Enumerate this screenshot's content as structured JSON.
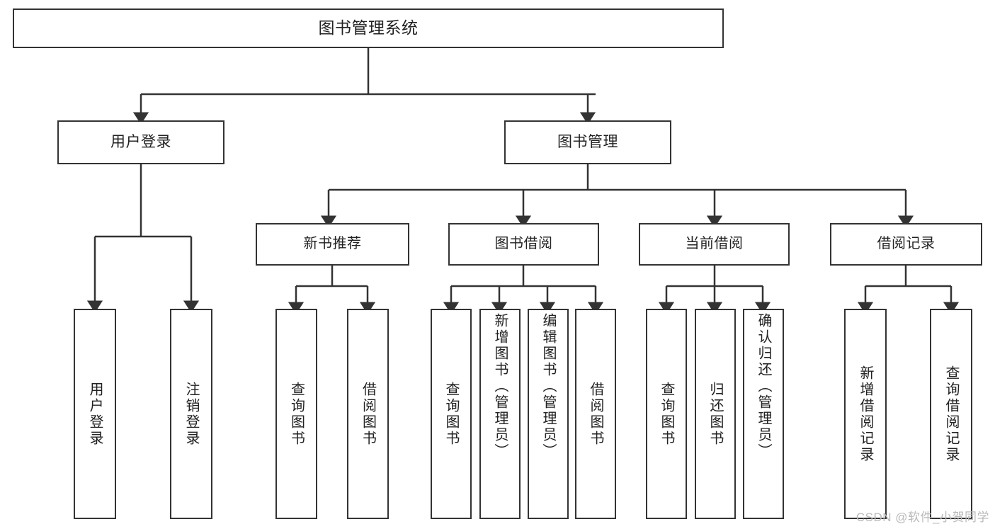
{
  "diagram": {
    "title": "图书管理系统",
    "type": "tree",
    "stroke_color": "#333333",
    "background_color": "#ffffff",
    "root": {
      "label": "图书管理系统",
      "children": [
        {
          "label": "用户登录",
          "children": [
            {
              "label": "用户登录"
            },
            {
              "label": "注销登录"
            }
          ]
        },
        {
          "label": "图书管理",
          "children": [
            {
              "label": "新书推荐",
              "children": [
                {
                  "label": "查询图书"
                },
                {
                  "label": "借阅图书"
                }
              ]
            },
            {
              "label": "图书借阅",
              "children": [
                {
                  "label": "查询图书"
                },
                {
                  "label": "新增图书（管理员）"
                },
                {
                  "label": "编辑图书（管理员）"
                },
                {
                  "label": "借阅图书"
                }
              ]
            },
            {
              "label": "当前借阅",
              "children": [
                {
                  "label": "查询图书"
                },
                {
                  "label": "归还图书"
                },
                {
                  "label": "确认归还（管理员）"
                }
              ]
            },
            {
              "label": "借阅记录",
              "children": [
                {
                  "label": "新增借阅记录"
                },
                {
                  "label": "查询借阅记录"
                }
              ]
            }
          ]
        }
      ]
    }
  },
  "nodes": {
    "root": "图书管理系统",
    "user_login": "用户登录",
    "book_manage": "图书管理",
    "new_book_rec": "新书推荐",
    "book_borrow": "图书借阅",
    "current_borrow": "当前借阅",
    "borrow_record": "借阅记录",
    "leaf_user_login": "用户登录",
    "leaf_logout": "注销登录",
    "leaf_rec_query": "查询图书",
    "leaf_rec_borrow": "借阅图书",
    "leaf_borrow_query": "查询图书",
    "leaf_borrow_add": "新增图书（管理员）",
    "leaf_borrow_edit": "编辑图书（管理员）",
    "leaf_borrow_borrow": "借阅图书",
    "leaf_cur_query": "查询图书",
    "leaf_cur_return": "归还图书",
    "leaf_cur_confirm": "确认归还（管理员）",
    "leaf_rec_add": "新增借阅记录",
    "leaf_rec_search": "查询借阅记录"
  },
  "watermark": {
    "text": "CSDN @软件_小贺同学"
  }
}
